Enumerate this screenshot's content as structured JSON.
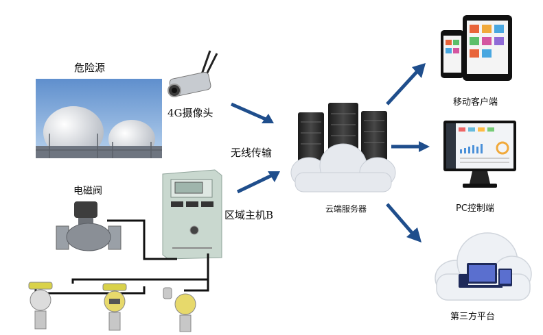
{
  "labels": {
    "hazard_source": "危险源",
    "camera_4g": "4G摄像头",
    "wireless": "无线传输",
    "solenoid_valve": "电磁阀",
    "host_b": "区域主机B",
    "cloud_server": "云端服务器",
    "mobile_client": "移动客户端",
    "pc_client": "PC控制端",
    "third_party": "第三方平台"
  },
  "colors": {
    "arrow": "#1f4e8c",
    "wire": "#111111",
    "sky": "#9ec3e6",
    "cabinet": "#c9d8cf",
    "server": "#2b2b2b",
    "cloud": "#e6e9ee",
    "valve": "#8a8f96",
    "detector": "#d9d24a"
  },
  "icons": {
    "hazard_image": "storage-tanks-photo",
    "camera": "camera-icon",
    "valve": "solenoid-valve-icon",
    "host": "control-cabinet-icon",
    "server": "server-cloud-icon",
    "mobile": "phone-tablet-icon",
    "pc": "monitor-icon",
    "third_party": "cloud-devices-icon",
    "detectors": "gas-detector-icon"
  }
}
